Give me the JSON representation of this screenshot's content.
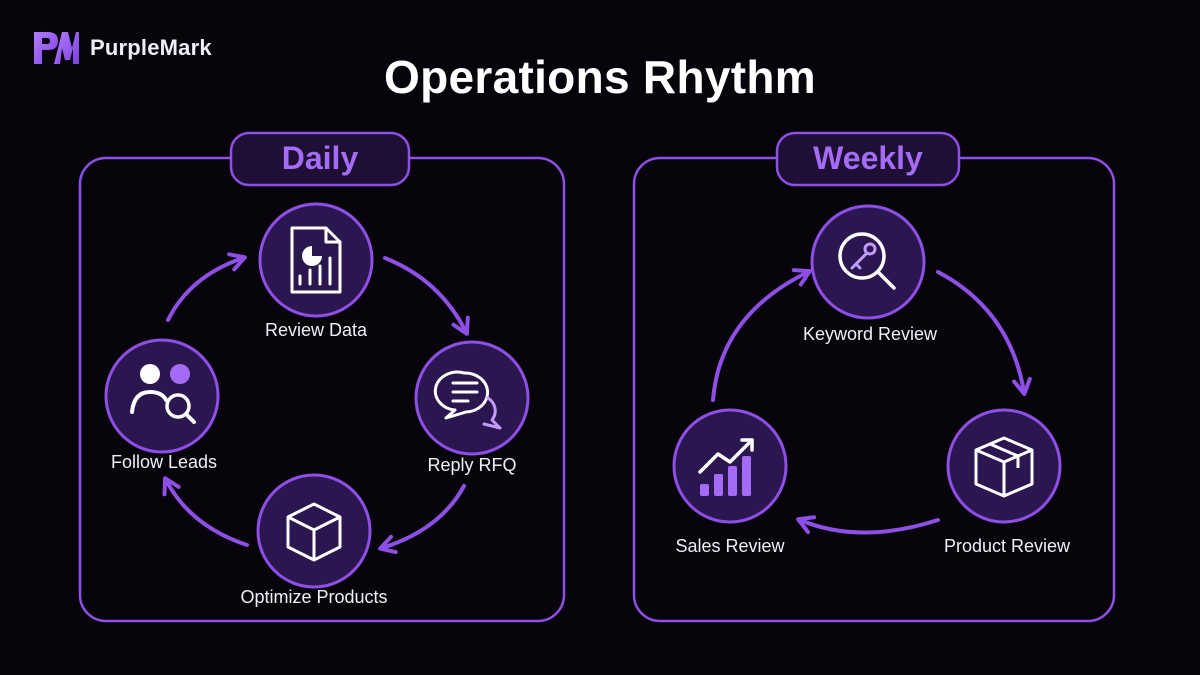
{
  "brand": {
    "name": "PurpleMark",
    "logo": "pm-monogram"
  },
  "page_title": "Operations Rhythm",
  "colors": {
    "accent": "#8e4fe6",
    "circle_fill": "#2c1650",
    "panel_title": "#a46bf5",
    "background": "#07050b"
  },
  "daily": {
    "title": "Daily",
    "steps": [
      {
        "label": "Review Data",
        "icon": "report-chart-icon"
      },
      {
        "label": "Reply RFQ",
        "icon": "chat-bubbles-icon"
      },
      {
        "label": "Optimize Products",
        "icon": "cube-icon"
      },
      {
        "label": "Follow Leads",
        "icon": "users-search-icon"
      }
    ]
  },
  "weekly": {
    "title": "Weekly",
    "steps": [
      {
        "label": "Keyword Review",
        "icon": "key-search-icon"
      },
      {
        "label": "Product Review",
        "icon": "package-box-icon"
      },
      {
        "label": "Sales Review",
        "icon": "growth-chart-icon"
      }
    ]
  }
}
